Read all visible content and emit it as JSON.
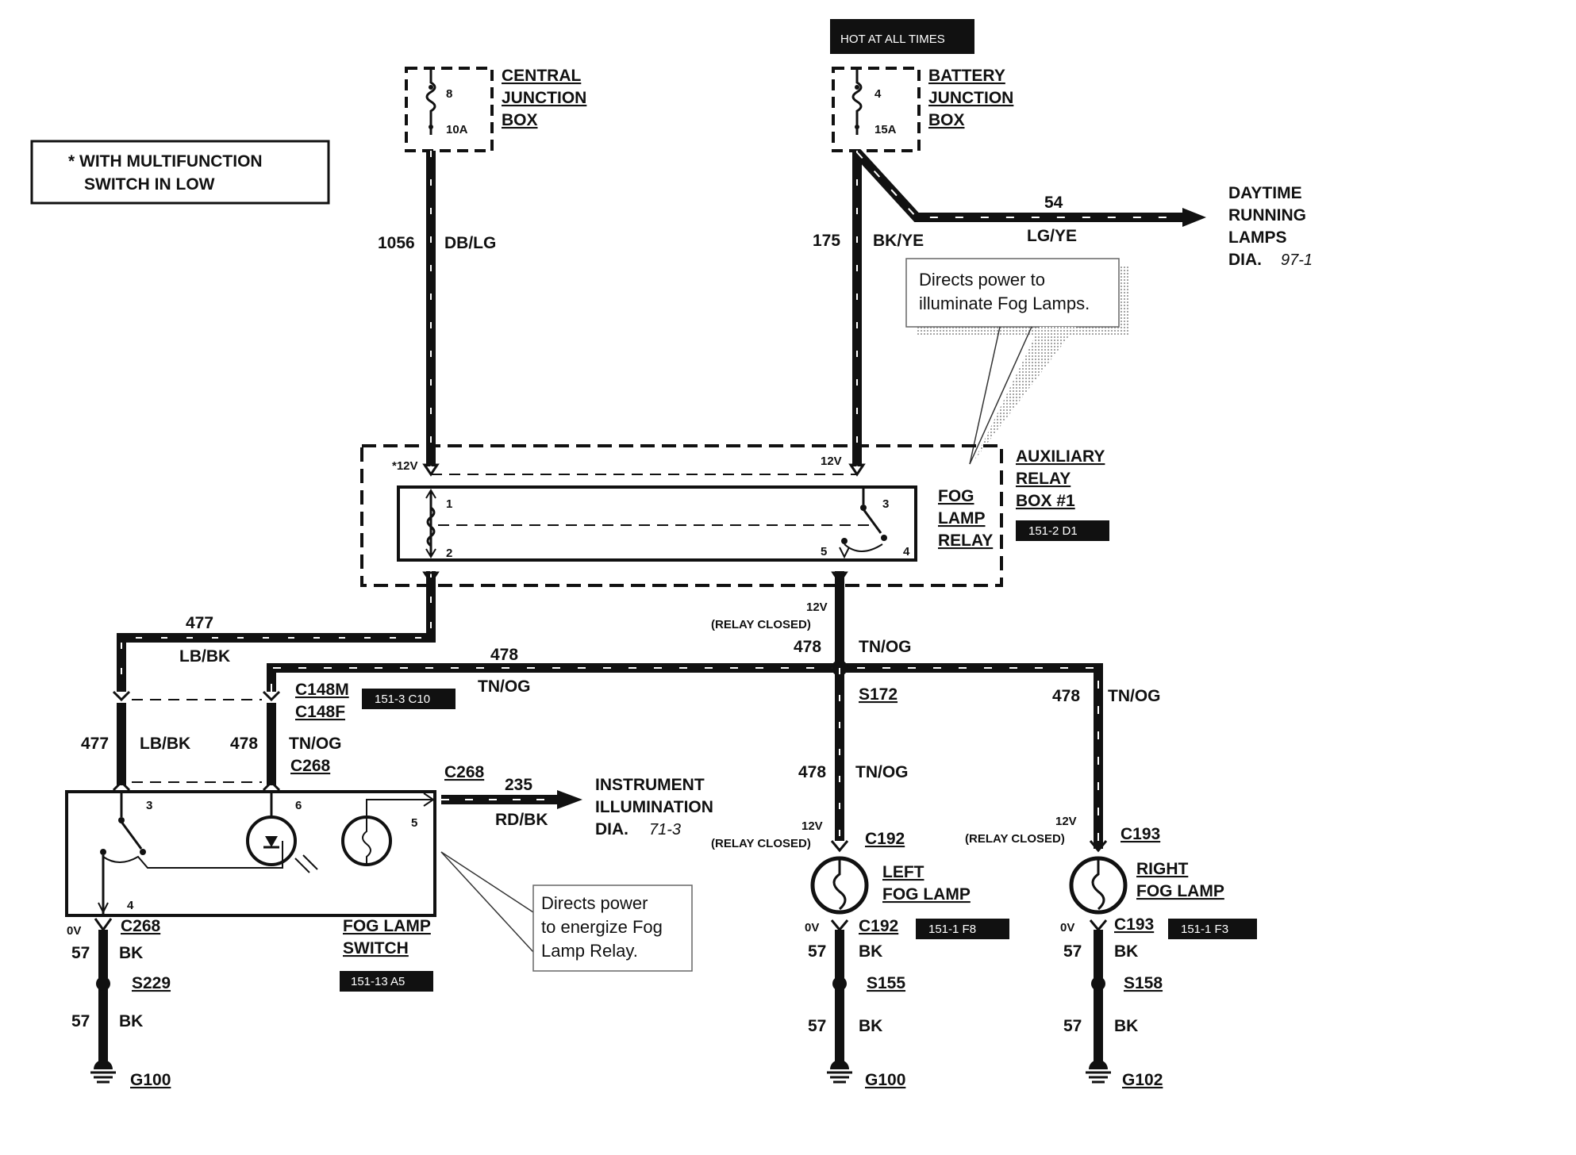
{
  "note": {
    "line1": "* WITH MULTIFUNCTION",
    "line2": "SWITCH IN LOW"
  },
  "central_box": {
    "fuse_no": "8",
    "rating": "10A",
    "label1": "CENTRAL",
    "label2": "JUNCTION",
    "label3": "BOX"
  },
  "battery_box": {
    "hot_banner": "HOT AT ALL TIMES",
    "fuse_no": "4",
    "rating": "15A",
    "label1": "BATTERY",
    "label2": "JUNCTION",
    "label3": "BOX"
  },
  "wires": {
    "w1056": {
      "circuit": "1056",
      "color": "DB/LG"
    },
    "w175": {
      "circuit": "175",
      "color": "BK/YE"
    },
    "w54": {
      "circuit": "54",
      "color": "LG/YE"
    },
    "w477": {
      "circuit": "477",
      "color": "LB/BK"
    },
    "w478": {
      "circuit": "478",
      "color": "TN/OG"
    },
    "w235": {
      "circuit": "235",
      "color": "RD/BK"
    },
    "w57": {
      "circuit": "57",
      "color": "BK"
    }
  },
  "drl": {
    "line1": "DAYTIME",
    "line2": "RUNNING",
    "line3": "LAMPS",
    "dia": "DIA.",
    "ref": "97-1"
  },
  "callout_top": {
    "line1": "Directs power to",
    "line2": "illuminate Fog Lamps."
  },
  "callout_bottom": {
    "line1": "Directs  power",
    "line2": "to energize Fog",
    "line3": "Lamp Relay."
  },
  "relay_box": {
    "label1": "AUXILIARY",
    "label2": "RELAY",
    "label3": "BOX #1",
    "ref": "151-2 D1",
    "v_left": "*12V",
    "v_right": "12V",
    "relay_label1": "FOG",
    "relay_label2": "LAMP",
    "relay_label3": "RELAY",
    "pin1": "1",
    "pin2": "2",
    "pin3": "3",
    "pin4": "4",
    "pin5": "5"
  },
  "relay_out": {
    "v": "12V",
    "state": "(RELAY CLOSED)"
  },
  "connectors": {
    "c148m": "C148M",
    "c148f": "C148F",
    "c148_ref": "151-3 C10",
    "c268": "C268",
    "s172": "S172",
    "c192": "C192",
    "c192_ref": "151-1 F8",
    "c193": "C193",
    "c193_ref": "151-1 F3",
    "s229": "S229",
    "s155": "S155",
    "s158": "S158",
    "g100": "G100",
    "g102": "G102"
  },
  "switch": {
    "label1": "FOG LAMP",
    "label2": "SWITCH",
    "ref": "151-13 A5",
    "pin3": "3",
    "pin6": "6",
    "pin5": "5",
    "pin4": "4",
    "v": "0V"
  },
  "instrument": {
    "line1": "INSTRUMENT",
    "line2": "ILLUMINATION",
    "dia": "DIA.",
    "ref": "71-3"
  },
  "left_lamp": {
    "line1": "LEFT",
    "line2": "FOG LAMP",
    "v_top": "12V",
    "state": "(RELAY CLOSED)",
    "v_bottom": "0V"
  },
  "right_lamp": {
    "line1": "RIGHT",
    "line2": "FOG LAMP",
    "v_top": "12V",
    "state": "(RELAY CLOSED)",
    "v_bottom": "0V"
  }
}
